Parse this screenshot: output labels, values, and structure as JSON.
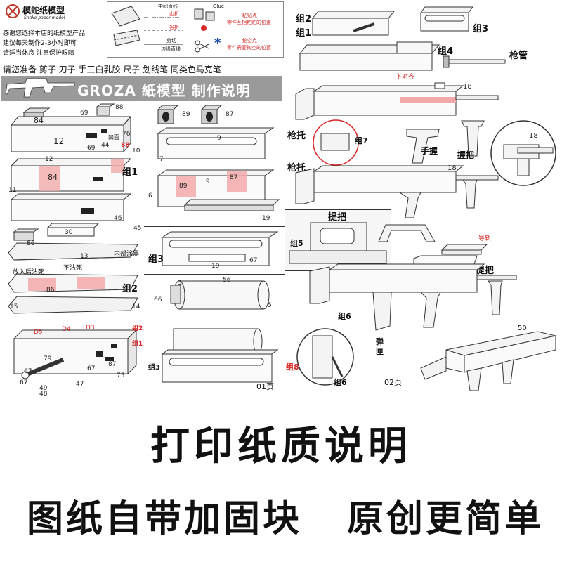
{
  "header": {
    "brand_name": "模蛇纸模型",
    "brand_sub": "Snake paper model",
    "intro_lines": [
      "感谢您选择本店的纸模型产品",
      "建议每天制作2-3小时即可",
      "请适当休息  注意保护眼睛"
    ]
  },
  "legend": {
    "items": [
      {
        "text": "中间直线",
        "sub": "山折"
      },
      {
        "text": "谷折",
        "sub": ""
      },
      {
        "text": "剪切",
        "sub": "边缘直线"
      },
      {
        "text": "Glue",
        "sub": ""
      },
      {
        "text": "粘贴点",
        "sub": "零件互相粘贴的位置"
      },
      {
        "text": "挖空点",
        "sub": "零件需要掏空的位置"
      }
    ]
  },
  "tools_line": "请您准备  剪子  刀子  手工白乳胶  尺子  划线笔  同类色马克笔",
  "banner": {
    "text": "GROZA 紙模型 制作说明"
  },
  "page1": {
    "group_labels": [
      "组1",
      "组2",
      "组3",
      "组1",
      "组2"
    ],
    "notes": [
      "内部涂黑",
      "放入后沾死",
      "不沾死",
      "凹面"
    ],
    "numbers_left": [
      "84",
      "69",
      "88",
      "76",
      "12",
      "44",
      "69",
      "88",
      "10",
      "12",
      "11",
      "84",
      "46",
      "30",
      "45",
      "86",
      "13",
      "86",
      "15",
      "14",
      "D5",
      "D4",
      "D3",
      "79",
      "67",
      "87",
      "67",
      "75",
      "47",
      "49",
      "48",
      "67"
    ],
    "numbers_mid": [
      "89",
      "87",
      "9",
      "7",
      "89",
      "9",
      "87",
      "6",
      "19",
      "67",
      "19",
      "3",
      "56",
      "66",
      "5"
    ],
    "page_label": "01页"
  },
  "page2": {
    "labels": [
      "组2",
      "组1",
      "组3",
      "组4",
      "枪管",
      "下对齐",
      "18",
      "枪托",
      "组7",
      "手握",
      "握把",
      "18",
      "枪托",
      "18",
      "提把",
      "组5",
      "导轨",
      "提把",
      "组6",
      "弹匣",
      "组8",
      "组6",
      "50"
    ],
    "page_label": "02页"
  },
  "footer": {
    "title": "打印纸质说明",
    "line_left": "图纸自带加固块",
    "line_right": "原创更简单"
  }
}
